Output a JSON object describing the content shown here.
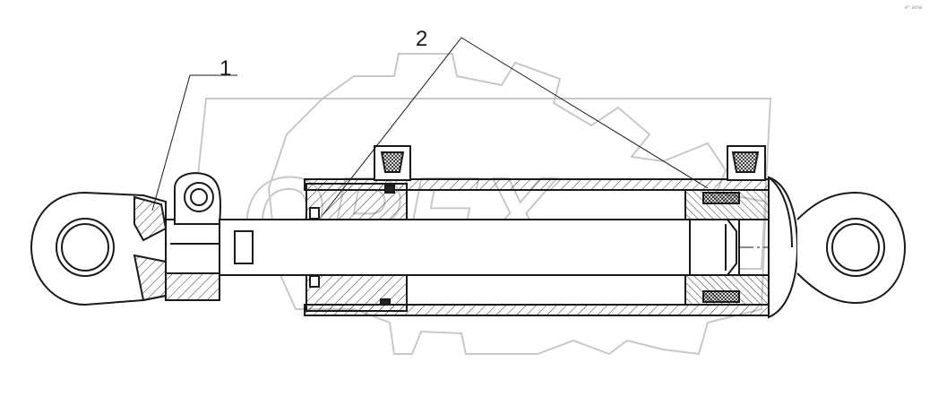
{
  "drawing": {
    "callouts": [
      {
        "label": "1"
      },
      {
        "label": "2"
      }
    ],
    "watermark": {
      "text": "OPEX"
    },
    "corner_mark": "e⁰ ama"
  },
  "colors": {
    "line": "#1a1a1a",
    "watermark": "#c8c8c8",
    "background": "#ffffff"
  }
}
